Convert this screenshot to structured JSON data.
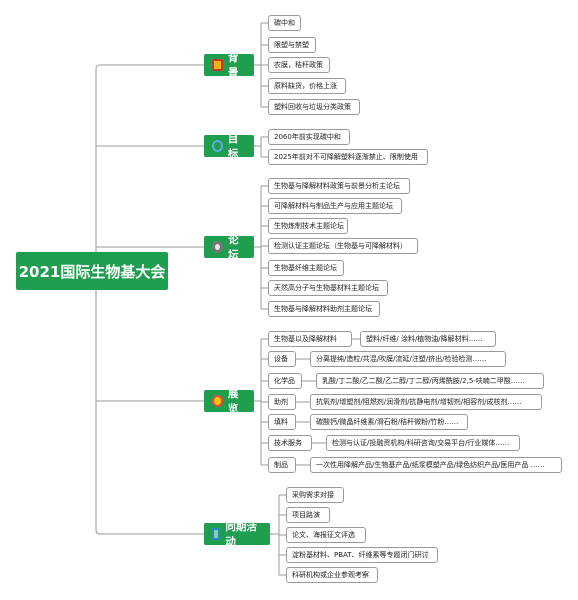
{
  "root": {
    "label": "2021国际生物基大会"
  },
  "colors": {
    "node_green": "#1e9e4e",
    "line_gray": "#9a9a9a"
  },
  "topics": [
    {
      "label": "背景",
      "icon": "clipboard-icon",
      "items": [
        "碳中和",
        "限塑与禁塑",
        "农膜，秸秆政策",
        "原料缺货，价格上涨",
        "塑料回收与垃圾分类政策"
      ]
    },
    {
      "label": "目标",
      "icon": "target-icon",
      "items": [
        "2060年前实现碳中和",
        "2025年前对不可降解塑料逐渐禁止、限制使用"
      ]
    },
    {
      "label": "论坛",
      "icon": "microphone-icon",
      "items": [
        "生物基与降解材料政策与前景分析主论坛",
        "可降解材料与制品生产与应用主题论坛",
        "生物炼制技术主题论坛",
        "检测认证主题论坛（生物基与可降解材料）",
        "生物基纤维主题论坛",
        "天然高分子与生物基材料主题论坛",
        "生物基与降解材料助剂主题论坛"
      ]
    },
    {
      "label": "展览",
      "icon": "exhibition-icon",
      "items": [
        {
          "label": "生物基以及降解材料",
          "detail": "塑料/纤维/ 涂料/植物油/降解材料……"
        },
        {
          "label": "设备",
          "detail": "分离提纯/造粒/共混/吹膜/流延/注塑/挤出/检验检测……"
        },
        {
          "label": "化学品",
          "detail": "乳酸/丁二酸/乙二酸/乙二醇/丁二醇/丙烯酰胺/2,5-呋喃二甲酸……"
        },
        {
          "label": "助剂",
          "detail": "抗氧剂/增塑剂/阻燃剂/润滑剂/抗静电剂/增韧剂/相容剂/成核剂……"
        },
        {
          "label": "填料",
          "detail": "碳酸钙/微晶纤维素/滑石粉/秸秆微粉/竹粉……"
        },
        {
          "label": "技术服务",
          "detail": "检测与认证/投融资机构/科研咨询/交易平台/行业媒体……"
        },
        {
          "label": "制品",
          "detail": "一次性用降解产品/生物基产品/纸浆模塑产品/绿色纺织产品/医用产品 ……"
        }
      ]
    },
    {
      "label": "同期活动",
      "icon": "phone-icon",
      "items": [
        "采购需求对接",
        "项目路演",
        "论文、海报征文评选",
        "淀粉基材料、PBAT、纤维素等专题闭门研讨",
        "科研机构或企业参观考察"
      ]
    }
  ]
}
